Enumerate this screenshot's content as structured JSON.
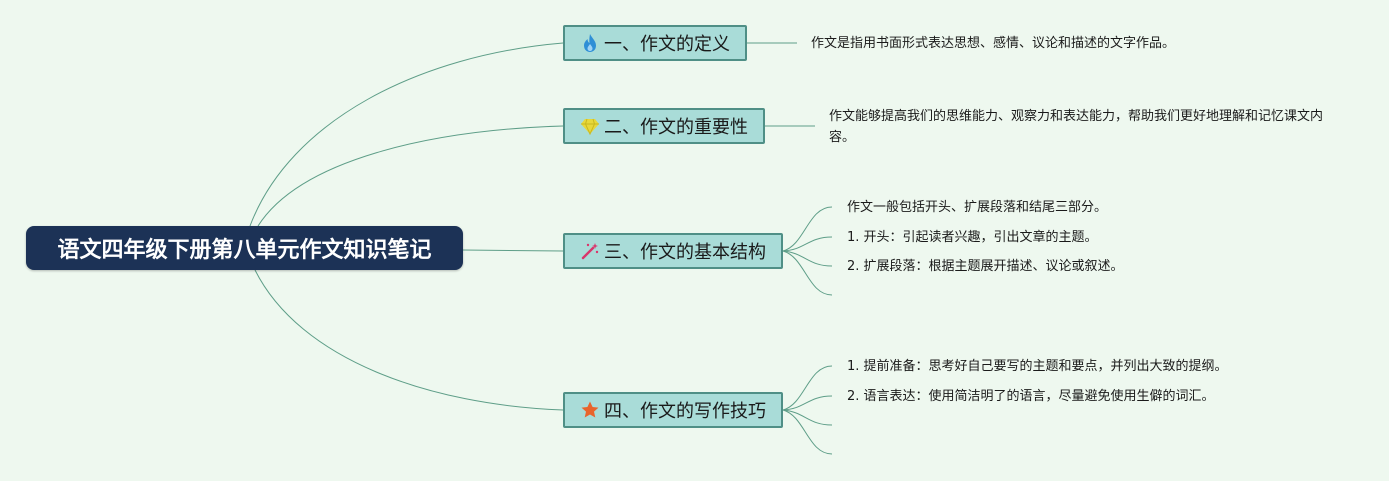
{
  "root": {
    "title": "语文四年级下册第八单元作文知识笔记"
  },
  "branches": [
    {
      "label": "一、作文的定义",
      "icon": "fire-icon",
      "icon_color": "#2f8fd6",
      "leaves": [
        "作文是指用书面形式表达思想、感情、议论和描述的文字作品。"
      ]
    },
    {
      "label": "二、作文的重要性",
      "icon": "diamond-icon",
      "icon_color": "#e8d83a",
      "leaves": [
        "作文能够提高我们的思维能力、观察力和表达能力，帮助我们更好地理解和记忆课文内容。"
      ]
    },
    {
      "label": "三、作文的基本结构",
      "icon": "magic-wand-icon",
      "icon_color": "#d9356b",
      "leaves": [
        "作文一般包括开头、扩展段落和结尾三部分。",
        "1. 开头：引起读者兴趣，引出文章的主题。",
        "2. 扩展段落：根据主题展开描述、议论或叙述。",
        ""
      ]
    },
    {
      "label": "四、作文的写作技巧",
      "icon": "star-icon",
      "icon_color": "#e8642c",
      "leaves": [
        "1. 提前准备：思考好自己要写的主题和要点，并列出大致的提纲。",
        "2. 语言表达：使用简洁明了的语言，尽量避免使用生僻的词汇。",
        "",
        ""
      ]
    }
  ],
  "colors": {
    "root_bg": "#1c3256",
    "branch_bg": "#a9dcd8",
    "branch_border": "#4f8f86",
    "line": "#5e9e88",
    "background": "#eef8ef"
  }
}
